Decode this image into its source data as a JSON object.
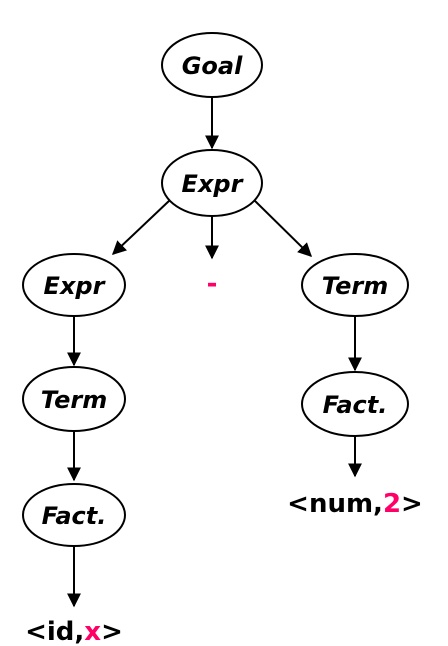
{
  "colors": {
    "accent": "#ff0066",
    "text": "#000000",
    "line": "#000000",
    "background": "#ffffff"
  },
  "nodes": {
    "goal": {
      "label": "Goal"
    },
    "expr_root": {
      "label": "Expr"
    },
    "expr_left": {
      "label": "Expr"
    },
    "term_left": {
      "label": "Term"
    },
    "fact_left": {
      "label": "Fact."
    },
    "term_right": {
      "label": "Term"
    },
    "fact_right": {
      "label": "Fact."
    }
  },
  "leaves": {
    "minus": {
      "text": "-"
    },
    "id_x": {
      "prefix": "<id,",
      "value": "x",
      "suffix": ">"
    },
    "num_2": {
      "prefix": "<num,",
      "value": "2",
      "suffix": ">"
    }
  }
}
